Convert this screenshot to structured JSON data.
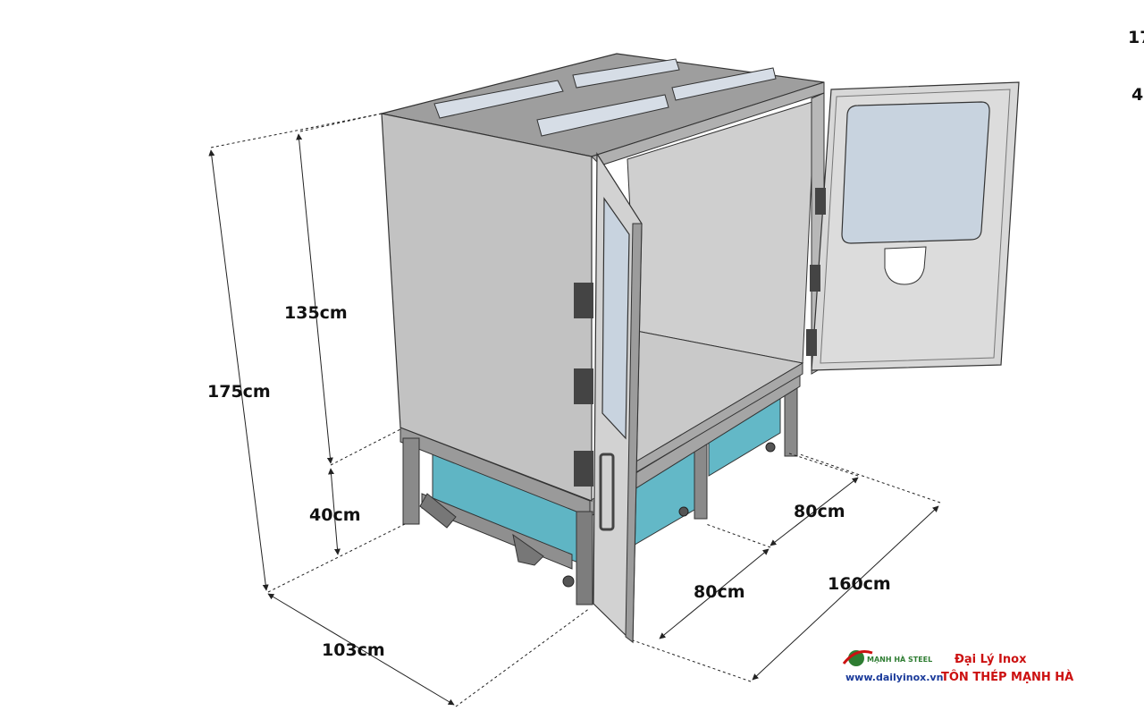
{
  "dimensions": {
    "total_height": "175cm",
    "cabinet_height": "135cm",
    "base_height": "40cm",
    "depth": "103cm",
    "total_width": "160cm",
    "section_width_upper": "80cm",
    "section_width_lower": "80cm"
  },
  "edge_text": {
    "top_right_1": "17",
    "top_right_2": "4"
  },
  "branding": {
    "logo_text": "MẠNH HÀ STEEL",
    "website": "www.dailyinox.vn",
    "dealer_line_1": "Đại Lý Inox",
    "dealer_line_2": "TÔN THÉP MẠNH HÀ"
  },
  "colors": {
    "steel": "#bdbdbd",
    "steel_light": "#d4d4d4",
    "frame": "#8a8a8a",
    "panel": "#63b8c7",
    "glass": "#c8d3df",
    "dim_line": "#222222",
    "brand_red": "#cc1111",
    "brand_green": "#2e7d32"
  }
}
